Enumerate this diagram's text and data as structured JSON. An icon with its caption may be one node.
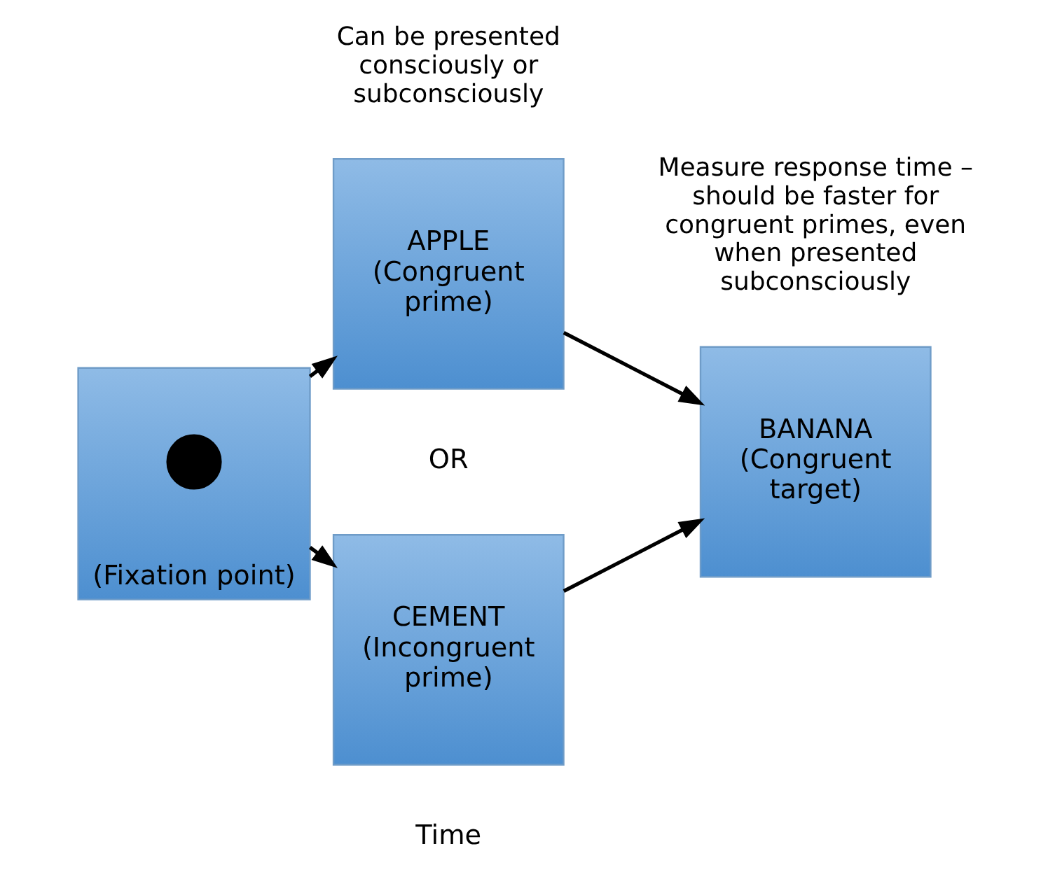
{
  "diagram": {
    "nodes": [
      {
        "text": [
          "(Fixation point)"
        ]
      },
      {
        "text": [],
        "shape": "circle",
        "in": 0
      },
      {
        "text": [
          "APPLE",
          "(Congruent prime)"
        ],
        "beside": [
          "Can be presented consciously or subconsciously"
        ]
      },
      {
        "text": [
          "CEMENT",
          "(Incongruent prime)"
        ]
      },
      {
        "text": [
          "BANANA",
          "(Congruent target)"
        ],
        "beside": [
          "Measure response time – should be faster for congruent primes, even when presented subconsciously"
        ]
      }
    ],
    "edges": [
      {
        "from": 0,
        "to": 2,
        "arrow": "to"
      },
      {
        "from": 0,
        "to": 3,
        "arrow": "to"
      },
      {
        "from": 2,
        "to": 4,
        "arrow": "to"
      },
      {
        "from": 3,
        "to": 4,
        "arrow": "to"
      }
    ],
    "labels": [
      "OR",
      "Time"
    ]
  }
}
